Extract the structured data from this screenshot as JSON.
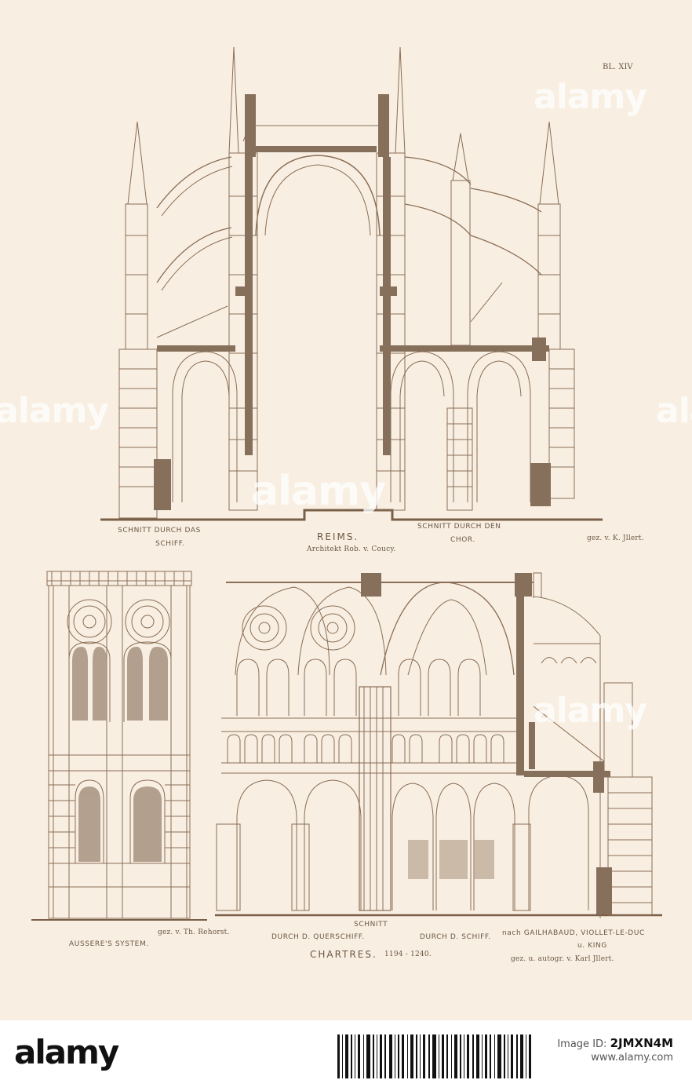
{
  "plate": {
    "sheet_number": "BL. XIV",
    "top": {
      "left_caption_line1": "SCHNITT DURCH DAS",
      "left_caption_line2": "SCHIFF.",
      "title": "REIMS.",
      "architect": "Architekt Rob. v. Coucy.",
      "right_caption_line1": "SCHNITT DURCH DEN",
      "right_caption_line2": "CHOR.",
      "drawn_by": "gez. v. K. Jllert."
    },
    "bottom": {
      "left_caption": "AUSSERE'S SYSTEM.",
      "left_drawn_by": "gez. v. Th. Rehorst.",
      "section_label": "SCHNITT",
      "transept_label": "DURCH D. QUERSCHIFF.",
      "nave_label": "DURCH D. SCHIFF.",
      "title": "CHARTRES.",
      "dates": "1194 - 1240.",
      "source_line1": "nach GAILHABAUD, VIOLLET-LE-DUC",
      "source_line2": "u. KING",
      "autograph": "gez. u. autogr. v. Karl Jllert."
    }
  },
  "watermark": {
    "text": "alamy"
  },
  "stock_footer": {
    "brand": "alamy",
    "image_id_label": "Image ID:",
    "image_id": "2JMXN4M",
    "url": "www.alamy.com"
  },
  "colors": {
    "paper": "#f8efe2",
    "ink": "#8a6d55",
    "ink_dark": "#7a5f48",
    "section_fill": "#86705c"
  }
}
